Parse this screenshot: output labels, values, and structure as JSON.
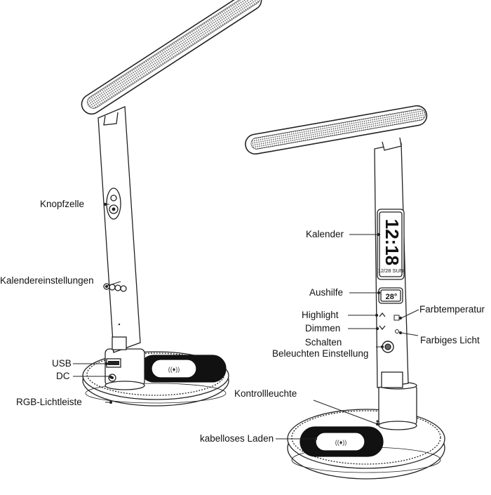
{
  "left_lamp": {
    "labels": {
      "button_cell": "Knopfzelle",
      "calendar_settings": "Kalendereinstellungen",
      "usb": "USB",
      "dc": "DC",
      "rgb_light_strip": "RGB-Lichtleiste"
    }
  },
  "right_lamp": {
    "labels": {
      "calendar": "Kalender",
      "temporary": "Aushilfe",
      "highlight": "Highlight",
      "dimming": "Dimmen",
      "switch_line1": "Schalten",
      "switch_line2": "Beleuchten Einstellung",
      "color_temperature": "Farbtemperatur",
      "colored_light": "Farbiges Licht",
      "indicator_light": "Kontrollleuchte",
      "wireless_charging": "kabelloses Laden"
    },
    "display": {
      "time": "12:18",
      "date": "12/28 SUN",
      "temperature": "28°"
    }
  },
  "colors": {
    "line": "#222222",
    "background": "#ffffff",
    "charging_ring": "#111111"
  }
}
